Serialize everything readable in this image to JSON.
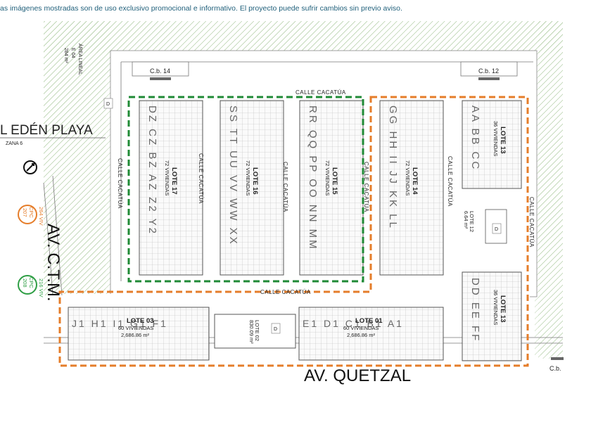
{
  "disclaimer": "as imágenes mostradas son de uso exclusivo promocional e informativo. El proyecto puede sufrir cambios sin previo aviso.",
  "colors": {
    "green_boundary": "#1f8a35",
    "orange_boundary": "#e57d2a",
    "hatch": "#a8c79a",
    "line": "#555555",
    "cpc_orange": "#e57d2a",
    "cpc_green": "#2e9e44",
    "text_blue": "#1f5f7a"
  },
  "map": {
    "top_left_area": {
      "lines": [
        "ÁREA LINEAL",
        "E 04",
        "284 m²"
      ]
    },
    "subdivision_name": "L EDÉN PLAYA",
    "subdivision_sub": "ZANA 6",
    "compass_icon": "north-arrow-icon",
    "roads": {
      "av_ctm": "AV. C.T.M.",
      "av_quetzal": "AV. QUETZAL",
      "calle_top": "CALLE CACATÚA",
      "calle_bottom": "CALLE CACATÚA",
      "calle_v1": "CALLE CACATÚA",
      "calle_v2": "CALLE CACATÚA",
      "calle_v3": "CALLE CACATÚA",
      "calle_v4": "CALLE CACATÚA",
      "calle_v5": "CALLE CACATÚA",
      "calle_v6": "CALLE CACATÚA"
    },
    "cb": {
      "cb14": "C.b. 14",
      "cb12": "C.b. 12",
      "cb_right": "C.b."
    },
    "cpc": [
      {
        "label": "CPC",
        "number": "207",
        "viv": "264 VIV",
        "color": "orange"
      },
      {
        "label": "CPC",
        "number": "208",
        "viv": "216 VIV",
        "color": "green"
      }
    ],
    "lotes": [
      {
        "id": "lote17",
        "title": "LOTE 17",
        "sub": "72 VIVIENDAS",
        "codes": "DZ CZ BZ AZ Z2 Y2"
      },
      {
        "id": "lote16",
        "title": "LOTE 16",
        "sub": "72 VIVIENDAS",
        "codes": "SS TT UU VV WW XX"
      },
      {
        "id": "lote15",
        "title": "LOTE 15",
        "sub": "72 VIVIENDAS",
        "codes": "RR QQ PP OO NN MM"
      },
      {
        "id": "lote14",
        "title": "LOTE 14",
        "sub": "72 VIVIENDAS",
        "codes": "GG HH II JJ KK LL"
      },
      {
        "id": "lote13a",
        "title": "LOTE 13",
        "sub": "36 VIVIENDAS",
        "codes": "AA BB CC"
      },
      {
        "id": "lote13b",
        "title": "LOTE 13",
        "sub": "36 VIVIENDAS",
        "codes": "DD EE FF"
      },
      {
        "id": "lote03",
        "title": "LOTE 03",
        "sub": "60 VIVIENDAS",
        "area": "2,686.86 m²",
        "codes": "J1 H1 I1 G1 F1"
      },
      {
        "id": "lote01",
        "title": "LOTE 01",
        "sub": "60 VIVIENDAS",
        "area": "2,686.86 m²",
        "codes": "E1 D1 C1 B1 A1"
      }
    ],
    "lote02": {
      "title": "LOTE 02",
      "area": "830.09 m²"
    },
    "lote12": {
      "title": "LOTE 12",
      "area": "6.64 m²"
    },
    "d_marker": "D"
  }
}
